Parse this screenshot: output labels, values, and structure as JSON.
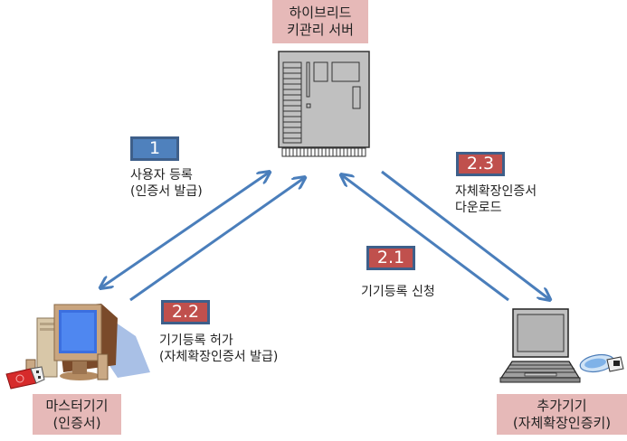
{
  "server": {
    "label_lines": [
      "하이브리드",
      "키관리 서버"
    ]
  },
  "master_device": {
    "label_lines": [
      "마스터기기",
      "(인증서)"
    ]
  },
  "additional_device": {
    "label_lines": [
      "추가기기",
      "(자체확장인증키)"
    ]
  },
  "steps": [
    {
      "number": "1",
      "color": "#4f81bd",
      "caption_lines": [
        "사용자 등록",
        "(인증서 발급)"
      ]
    },
    {
      "number": "2.1",
      "color": "#c0504d",
      "caption_lines": [
        "기기등록 신청"
      ]
    },
    {
      "number": "2.2",
      "color": "#c0504d",
      "caption_lines": [
        "기기등록 허가",
        "(자체확장인증서 발급)"
      ]
    },
    {
      "number": "2.3",
      "color": "#c0504d",
      "caption_lines": [
        "자체확장인증서",
        "다운로드"
      ]
    }
  ],
  "colors": {
    "arrow": "#4a7ebb",
    "label_bg": "#e6b9b8"
  }
}
